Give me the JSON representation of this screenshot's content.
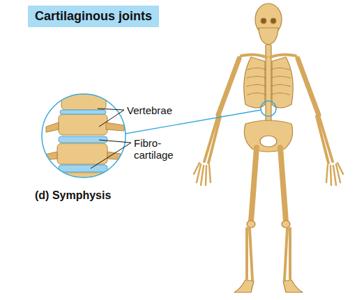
{
  "diagram": {
    "title": "Cartilaginous joints",
    "labels": [
      "Vertebrae",
      "Fibro- cartilage",
      "(d) Symphysis"
    ]
  }
}
